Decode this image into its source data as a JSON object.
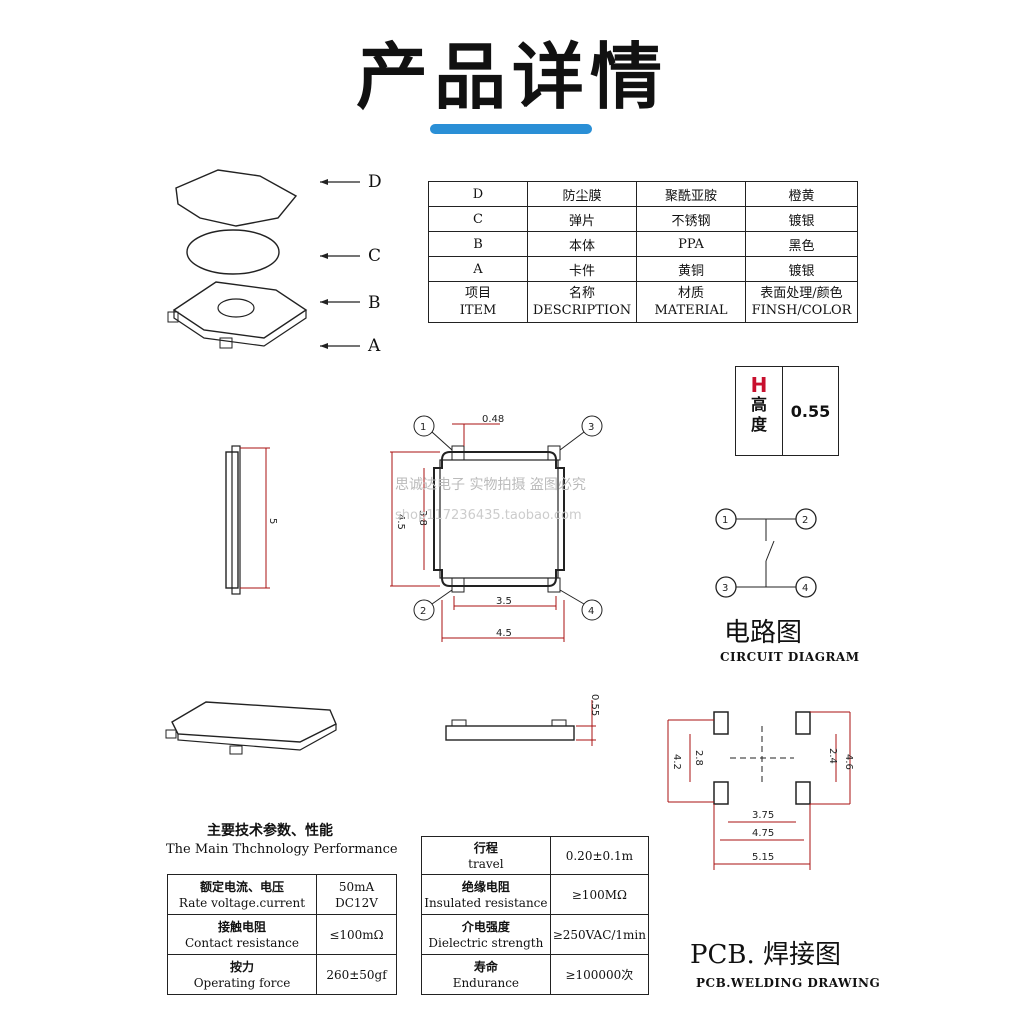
{
  "header": {
    "title": "产品详情"
  },
  "exploded_labels": [
    "D",
    "C",
    "B",
    "A"
  ],
  "bom": {
    "rows": [
      [
        "D",
        "防尘膜",
        "聚酰亚胺",
        "橙黄"
      ],
      [
        "C",
        "弹片",
        "不锈钢",
        "镀银"
      ],
      [
        "B",
        "本体",
        "PPA",
        "黑色"
      ],
      [
        "A",
        "卡件",
        "黄铜",
        "镀银"
      ]
    ],
    "header_cn": [
      "项目",
      "名称",
      "材质",
      "表面处理/颜色"
    ],
    "header_en": [
      "ITEM",
      "DESCRIPTION",
      "MATERIAL",
      "FINSH/COLOR"
    ]
  },
  "height_box": {
    "symbol": "H",
    "label_1": "高",
    "label_2": "度",
    "value": "0.55"
  },
  "dimensions": {
    "top_w": "0.48",
    "side_h": "5",
    "left_h": "4.5",
    "inner_h": "3.8",
    "inner_w": "3.5",
    "outer_w": "4.5",
    "thick": "0.55",
    "pcb_left": "4.2",
    "pcb_inner_left": "2.8",
    "pcb_inner_right": "2.4",
    "pcb_right": "4.6",
    "pcb_w1": "3.75",
    "pcb_w2": "4.75",
    "pcb_w3": "5.15"
  },
  "pins": [
    "1",
    "2",
    "3",
    "4"
  ],
  "circuit": {
    "title_cn": "电路图",
    "title_en": "CIRCUIT DIAGRAM"
  },
  "pcb": {
    "title_cn": "PCB. 焊接图",
    "title_en": "PCB.WELDING DRAWING"
  },
  "watermark": {
    "line1": "思诚达电子 实物拍摄 盗图必究",
    "line2": "shop117236435.taobao.com"
  },
  "performance": {
    "title_cn": "主要技术参数、性能",
    "title_en": "The Main Thchnology Performance",
    "left_rows": [
      {
        "cn": "额定电流、电压",
        "en": "Rate voltage.current",
        "val": "50mA DC12V"
      },
      {
        "cn": "接触电阻",
        "en": "Contact resistance",
        "val": "≤100mΩ"
      },
      {
        "cn": "按力",
        "en": "Operating force",
        "val": "260±50gf"
      }
    ],
    "right_rows": [
      {
        "cn": "行程",
        "en": "travel",
        "val": "0.20±0.1m"
      },
      {
        "cn": "绝缘电阻",
        "en": "Insulated resistance",
        "val": "≥100MΩ"
      },
      {
        "cn": "介电强度",
        "en": "Dielectric strength",
        "val": "≥250VAC/1min"
      },
      {
        "cn": "寿命",
        "en": "Endurance",
        "val": "≥100000次"
      }
    ]
  }
}
